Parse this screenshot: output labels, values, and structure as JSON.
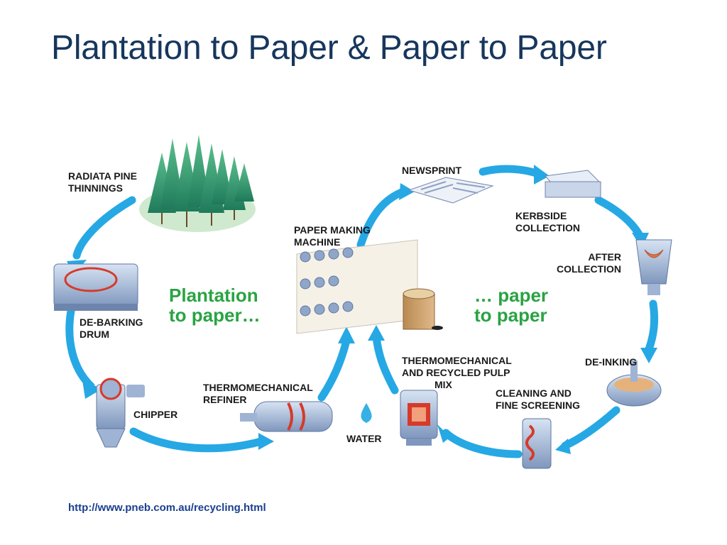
{
  "slide": {
    "title": "Plantation to Paper & Paper to Paper",
    "source_url": "http://www.pneb.com.au/recycling.html"
  },
  "diagram": {
    "center_labels": {
      "left_line1": "Plantation",
      "left_line2": "to paper…",
      "right_line1": "… paper",
      "right_line2": "to paper"
    },
    "stages": {
      "radiata_1": "RADIATA PINE",
      "radiata_2": "THINNINGS",
      "debarking_1": "DE-BARKING",
      "debarking_2": "DRUM",
      "chipper": "CHIPPER",
      "refiner_1": "THERMOMECHANICAL",
      "refiner_2": "REFINER",
      "water": "WATER",
      "machine_1": "PAPER MAKING",
      "machine_2": "MACHINE",
      "newsprint": "NEWSPRINT",
      "kerbside_1": "KERBSIDE",
      "kerbside_2": "COLLECTION",
      "after_1": "AFTER",
      "after_2": "COLLECTION",
      "deinking": "DE-INKING",
      "cleaning_1": "CLEANING AND",
      "cleaning_2": "FINE SCREENING",
      "mix_1": "THERMOMECHANICAL",
      "mix_2": "AND RECYCLED PULP",
      "mix_3": "MIX"
    },
    "colors": {
      "arrow": "#26a8e4",
      "title": "#17365d",
      "green_text": "#2aa343",
      "machine": "#8fa6c8",
      "accent_red": "#d63a2a"
    }
  }
}
